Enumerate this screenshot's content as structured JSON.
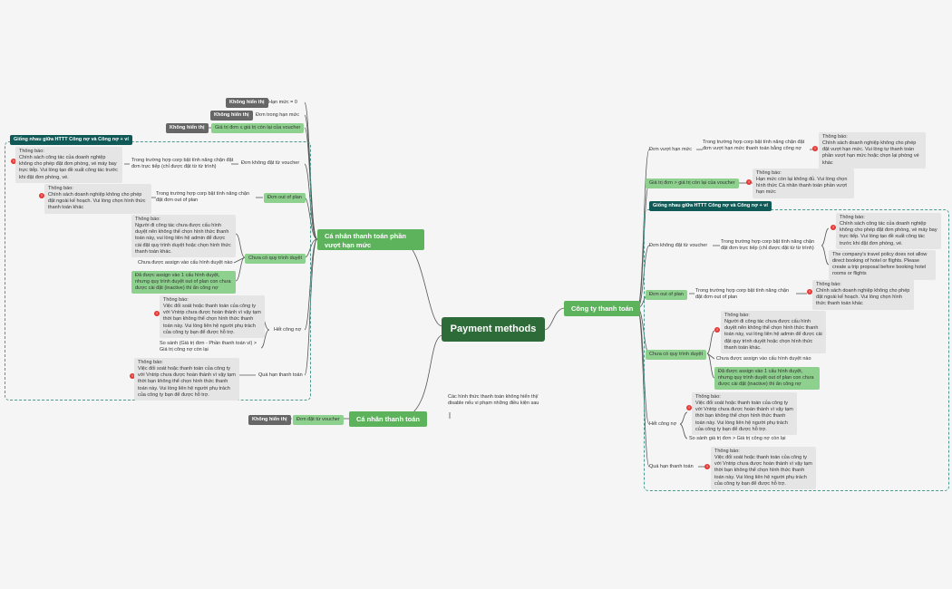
{
  "root": "Payment methods",
  "left": {
    "ca_nhan_vuot": "Cá nhân thanh toán phần vượt hạn mức",
    "han_muc_0": "Hạn mức = 0",
    "don_trong_han_muc": "Đơn trong hạn mức",
    "gia_tri_le_voucher": "Giá trị đơn ≤ giá trị còn lại của voucher",
    "khong_hien_thi": "Không hiển thị",
    "group_label": "Giống nhau giữa HTTT Công nợ và Công nợ + ví",
    "don_khong_dat_voucher": "Đơn không đặt từ voucher",
    "trong_truong_hop_1": "Trong trường hợp corp bật tính năng chặn đặt đơn trực tiếp (chỉ được đặt từ từ trình)",
    "thongbao_1": "Thông báo:\nChính sách công tác của doanh nghiệp không cho phép đặt đơn phòng, vé máy bay trực tiếp. Vui lòng tạo đề xuất công tác trước khi đặt đơn phòng, vé.",
    "don_out_of_plan": "Đơn out of plan",
    "trong_truong_hop_2": "Trong trường hợp corp bật tính năng chặn đặt đơn out of plan",
    "thongbao_2": "Thông báo:\nChính sách doanh nghiệp không cho phép đặt ngoài kế hoạch. Vui lòng chọn hình thức thanh toán khác",
    "chua_co_quy_trinh": "Chưa có quy trình duyệt",
    "thongbao_3": "Thông báo:\nNgười đi công tác chưa được cấu hình duyệt nên không thể chọn hình thức thanh toán này, vui lòng liên hệ admin để được cài đặt quy trình duyệt hoặc chọn hình thức thanh toán khác.",
    "chua_duoc_assign": "Chưa được assign vào cấu hình duyệt nào",
    "da_duoc_assign": "Đã được assign vào 1 cấu hình duyệt, nhưng quy trình duyệt out of plan con chưa được cài đặt (inactive) thì ẩn công nợ",
    "het_cong_no": "Hết công nợ",
    "thongbao_4": "Thông báo:\nViệc đối soát hoặc thanh toán của công ty với Vntrip chưa được hoàn thành vì vậy tạm thời bạn không thể chọn hình thức thanh toán này. Vui lòng liên hệ người phụ trách của công ty bạn để được hỗ trợ.",
    "so_sanh": "So sánh (Giá trị đơn - Phần thanh toán ví) > Giá trị công nợ còn lại",
    "qua_han": "Quá hạn thanh toán",
    "thongbao_5": "Thông báo:\nViệc đối soát hoặc thanh toán của công ty với Vntrip chưa được hoàn thành vì vậy tạm thời bạn không thể chọn hình thức thanh toán này. Vui lòng liên hệ người phụ trách của công ty bạn để được hỗ trợ.",
    "ca_nhan_tt": "Cá nhân thanh toán",
    "don_dat_voucher": "Đơn đặt từ voucher"
  },
  "center_note": "Các hình thức thanh toán không hiển thị/ disable nếu vi phạm những điều kiện sau",
  "right": {
    "cong_ty": "Công ty thanh toán",
    "don_vuot": "Đơn vượt hạn mức",
    "trong_truong_hop_vuot": "Trong trường hợp corp bật tính năng chặn đặt đơn vượt hạn mức thanh toán bằng công nợ",
    "thongbao_vuot": "Thông báo:\nChính sách doanh nghiệp không cho phép đặt vượt hạn mức. Vui lòng tự thanh toán phần vượt hạn mức hoặc chọn lại phòng vé khác",
    "gia_tri_gt": "Giá trị đơn > giá trị còn lại của voucher",
    "thongbao_voucher": "Thông báo:\nHạn mức còn lại không đủ. Vui lòng chọn hình thức Cá nhân thanh toán phần vượt hạn mức",
    "group_label": "Giống nhau giữa HTTT Công nợ và Công nợ + ví",
    "don_khong_dat_voucher": "Đơn không đặt từ voucher",
    "trong_truong_hop_1": "Trong trường hợp corp bật tính năng chặn đặt đơn trực tiếp (chỉ được đặt từ từ trình)",
    "thongbao_1": "Thông báo:\nChính sách công tác của doanh nghiệp không cho phép đặt đơn phòng, vé máy bay trực tiếp. Vui lòng tạo đề xuất công tác trước khi đặt đơn phòng, vé.",
    "policy_en": "The company's travel policy does not allow direct booking of hotel or flights. Please create a trip proposal before booking hotel rooms or flights",
    "don_out_of_plan": "Đơn out of plan",
    "trong_truong_hop_2": "Trong trường hợp corp bật tính năng chặn đặt đơn out of plan",
    "thongbao_2": "Thông báo:\nChính sách doanh nghiệp không cho phép đặt ngoài kế hoạch. Vui lòng chọn hình thức thanh toán khác",
    "chua_co_quy_trinh": "Chưa có quy trình duyệt",
    "thongbao_3": "Thông báo:\nNgười đi công tác chưa được cấu hình duyệt nên không thể chọn hình thức thanh toán này, vui lòng liên hệ admin để được cài đặt quy trình duyệt hoặc chọn hình thức thanh toán khác.",
    "chua_duoc_assign": "Chưa được assign vào cấu hình duyệt nào",
    "da_duoc_assign": "Đã được assign vào 1 cấu hình duyệt, nhưng quy trình duyệt out of plan con chưa được cài đặt (inactive) thì ẩn công nợ",
    "het_cong_no": "Hết công nợ",
    "thongbao_4": "Thông báo:\nViệc đối soát hoặc thanh toán của công ty với Vntrip chưa được hoàn thành vì vậy tạm thời bạn không thể chọn hình thức thanh toán này. Vui lòng liên hệ người phụ trách của công ty bạn để được hỗ trợ.",
    "so_sanh": "So sánh giá trị đơn > Giá trị công nợ còn lại",
    "qua_han": "Quá hạn thanh toán",
    "thongbao_5": "Thông báo:\nViệc đối soát hoặc thanh toán của công ty với Vntrip chưa được hoàn thành vì vậy tạm thời bạn không thể chọn hình thức thanh toán này. Vui lòng liên hệ người phụ trách của công ty bạn để được hỗ trợ."
  },
  "colors": {
    "root": "#2d6b38",
    "main_branch": "#5cb35c",
    "leaf_green": "#8ed18e",
    "tag_dark": "#666666",
    "group_teal": "#0f5a57",
    "alert": "#e53935"
  }
}
